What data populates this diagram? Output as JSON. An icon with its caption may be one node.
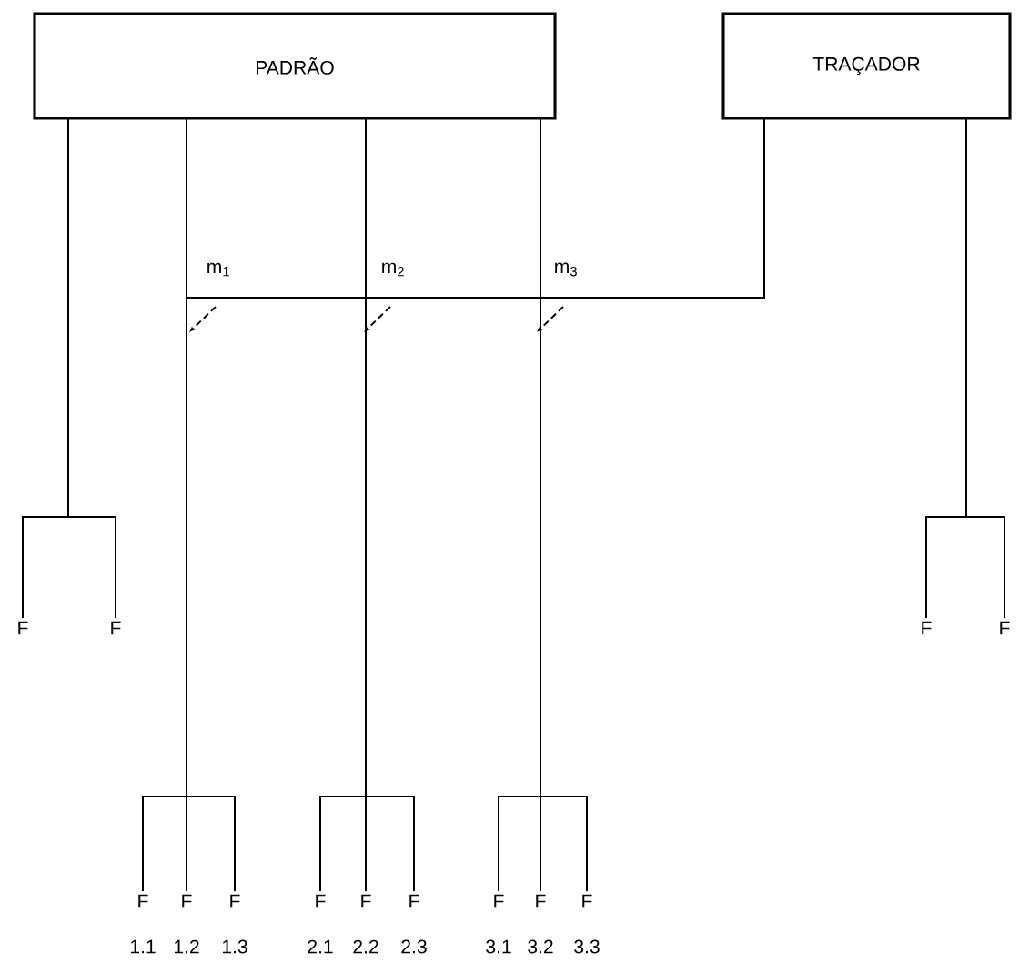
{
  "diagram": {
    "nodes": [
      {
        "text": [
          "PADRÃO"
        ]
      },
      {
        "text": [
          "TRAÇADOR"
        ]
      },
      {
        "text": [
          "F"
        ]
      },
      {
        "text": [
          "F"
        ]
      },
      {
        "text": [
          "F"
        ],
        "beside": [
          "1.1"
        ]
      },
      {
        "text": [
          "F"
        ],
        "beside": [
          "1.2"
        ]
      },
      {
        "text": [
          "F"
        ],
        "beside": [
          "1.3"
        ]
      },
      {
        "text": [
          "F"
        ],
        "beside": [
          "2.1"
        ]
      },
      {
        "text": [
          "F"
        ],
        "beside": [
          "2.2"
        ]
      },
      {
        "text": [
          "F"
        ],
        "beside": [
          "2.3"
        ]
      },
      {
        "text": [
          "F"
        ],
        "beside": [
          "3.1"
        ]
      },
      {
        "text": [
          "F"
        ],
        "beside": [
          "3.2"
        ]
      },
      {
        "text": [
          "F"
        ],
        "beside": [
          "3.3"
        ]
      },
      {
        "text": [
          "F"
        ]
      },
      {
        "text": [
          "F"
        ]
      }
    ],
    "edges": [
      {
        "from": 0,
        "to": 2,
        "arrow": "none"
      },
      {
        "from": 0,
        "to": 3,
        "arrow": "none"
      },
      {
        "from": 0,
        "to": 4,
        "arrow": "none"
      },
      {
        "from": 0,
        "to": 5,
        "arrow": "none"
      },
      {
        "from": 0,
        "to": 6,
        "arrow": "none"
      },
      {
        "from": 0,
        "to": 7,
        "arrow": "none"
      },
      {
        "from": 0,
        "to": 8,
        "arrow": "none"
      },
      {
        "from": 0,
        "to": 9,
        "arrow": "none"
      },
      {
        "from": 0,
        "to": 10,
        "arrow": "none"
      },
      {
        "from": 0,
        "to": 11,
        "arrow": "none"
      },
      {
        "from": 0,
        "to": 12,
        "arrow": "none"
      },
      {
        "from": 1,
        "to": 4,
        "arrow": "none"
      },
      {
        "from": 1,
        "to": 5,
        "arrow": "none"
      },
      {
        "from": 1,
        "to": 6,
        "arrow": "none"
      },
      {
        "from": 1,
        "to": 7,
        "arrow": "none"
      },
      {
        "from": 1,
        "to": 8,
        "arrow": "none"
      },
      {
        "from": 1,
        "to": 9,
        "arrow": "none"
      },
      {
        "from": 1,
        "to": 10,
        "arrow": "none"
      },
      {
        "from": 1,
        "to": 11,
        "arrow": "none"
      },
      {
        "from": 1,
        "to": 12,
        "arrow": "none"
      },
      {
        "from": 1,
        "to": 13,
        "arrow": "none"
      },
      {
        "from": 1,
        "to": 14,
        "arrow": "none"
      }
    ],
    "labels": [
      "m$_{1}$",
      "m$_{2}$",
      "m$_{3}$"
    ]
  }
}
